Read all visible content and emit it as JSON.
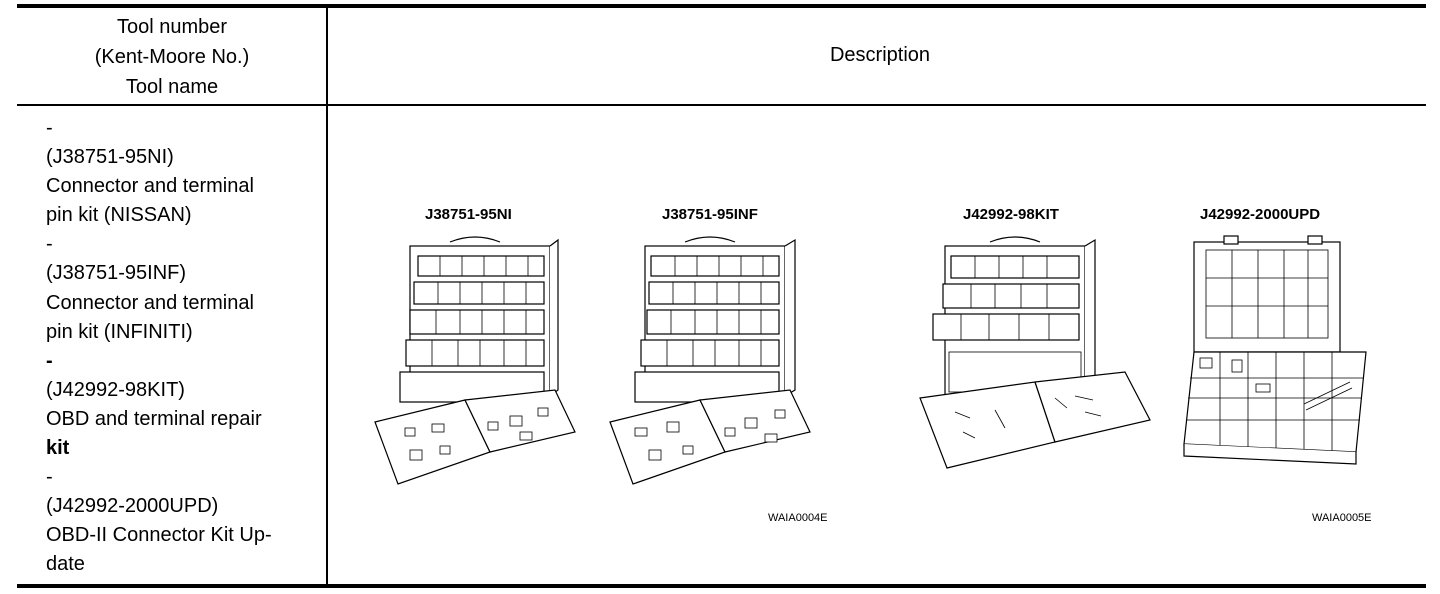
{
  "table": {
    "header": {
      "left_lines": [
        "Tool number",
        "(Kent-Moore No.)",
        "Tool name"
      ],
      "right": "Description"
    },
    "tools": [
      {
        "dash": "-",
        "number": "(J38751-95NI)",
        "name_lines": [
          "Connector and terminal",
          "pin kit (NISSAN)"
        ]
      },
      {
        "dash": "-",
        "number": "(J38751-95INF)",
        "name_lines": [
          "Connector and terminal",
          "pin kit (INFINITI)"
        ]
      },
      {
        "dash": "-",
        "number": "(J42992-98KIT)",
        "name_lines": [
          "OBD and terminal repair",
          "kit"
        ]
      },
      {
        "dash": "-",
        "number": "(J42992-2000UPD)",
        "name_lines": [
          "OBD-II Connector Kit Up-",
          "date"
        ]
      }
    ]
  },
  "figures": {
    "labels": [
      "J38751-95NI",
      "J38751-95INF",
      "J42992-98KIT",
      "J42992-2000UPD"
    ],
    "codes": [
      "WAIA0004E",
      "WAIA0005E"
    ]
  }
}
